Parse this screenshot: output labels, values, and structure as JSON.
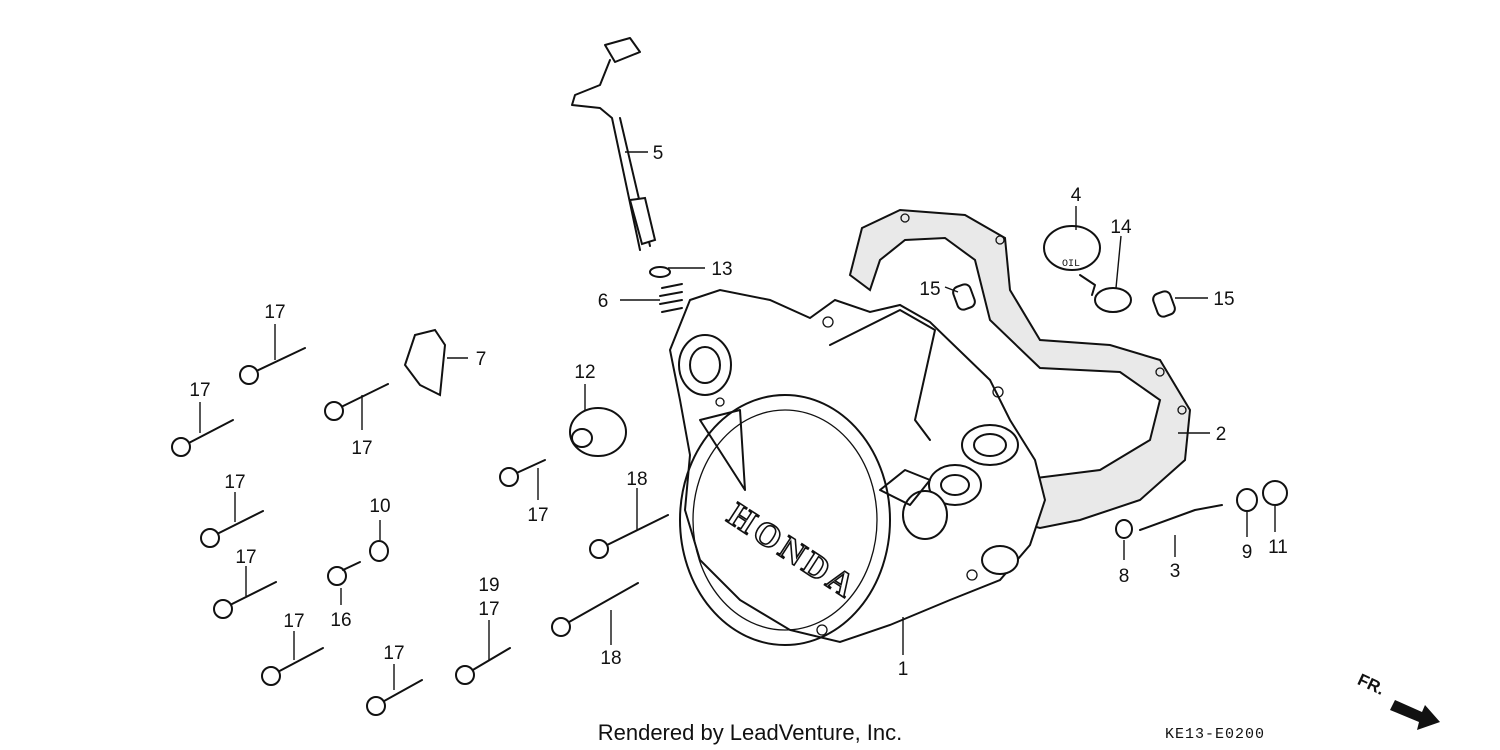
{
  "diagram": {
    "brand_text": "HONDA",
    "oil_cap_text": "OIL",
    "credit": "Rendered by LeadVenture, Inc.",
    "code": "KE13-E0200",
    "direction_label": "FR."
  },
  "callouts": [
    {
      "id": "c1",
      "label": "1"
    },
    {
      "id": "c2",
      "label": "2"
    },
    {
      "id": "c3",
      "label": "3"
    },
    {
      "id": "c4",
      "label": "4"
    },
    {
      "id": "c5",
      "label": "5"
    },
    {
      "id": "c6",
      "label": "6"
    },
    {
      "id": "c7",
      "label": "7"
    },
    {
      "id": "c8",
      "label": "8"
    },
    {
      "id": "c9",
      "label": "9"
    },
    {
      "id": "c10",
      "label": "10"
    },
    {
      "id": "c11",
      "label": "11"
    },
    {
      "id": "c12",
      "label": "12"
    },
    {
      "id": "c13",
      "label": "13"
    },
    {
      "id": "c14",
      "label": "14"
    },
    {
      "id": "c15a",
      "label": "15"
    },
    {
      "id": "c15b",
      "label": "15"
    },
    {
      "id": "c16",
      "label": "16"
    },
    {
      "id": "c17a",
      "label": "17"
    },
    {
      "id": "c17b",
      "label": "17"
    },
    {
      "id": "c17c",
      "label": "17"
    },
    {
      "id": "c17d",
      "label": "17"
    },
    {
      "id": "c17e",
      "label": "17"
    },
    {
      "id": "c17f",
      "label": "17"
    },
    {
      "id": "c17g",
      "label": "17"
    },
    {
      "id": "c17h",
      "label": "17"
    },
    {
      "id": "c17i",
      "label": "17"
    },
    {
      "id": "c18a",
      "label": "18"
    },
    {
      "id": "c18b",
      "label": "18"
    },
    {
      "id": "c19",
      "label": "19"
    }
  ]
}
